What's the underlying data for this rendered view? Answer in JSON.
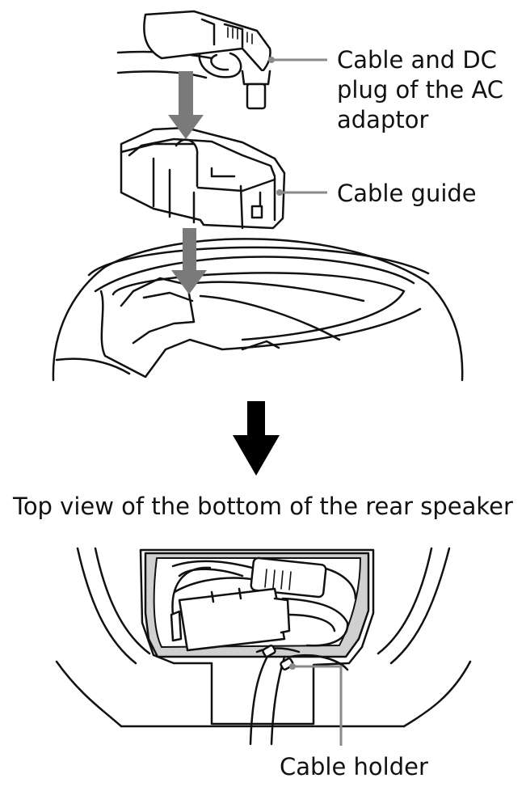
{
  "labels": {
    "cable_dc_plug": [
      "Cable and DC",
      "plug of the AC",
      "adaptor"
    ],
    "cable_guide": "Cable guide",
    "top_view": "Top view of the bottom of the rear speaker",
    "cable_holder": "Cable holder"
  },
  "colors": {
    "line": "#111111",
    "arrow_gray": "#7a7a7a",
    "arrow_black": "#000000",
    "channel_fill": "#d0d0d0",
    "leader": "#8a8a8a"
  }
}
